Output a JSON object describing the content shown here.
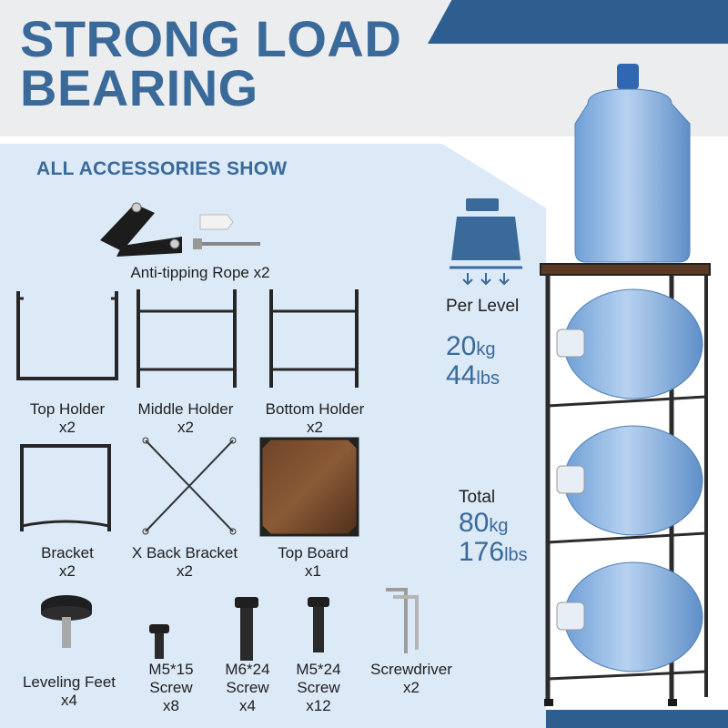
{
  "headline": {
    "line1": "STRONG LOAD",
    "line2": "BEARING"
  },
  "accessories": {
    "title": "ALL ACCESSORIES SHOW",
    "items": [
      {
        "name": "Anti-tipping Rope x2",
        "qty": ""
      },
      {
        "name": "Top Holder",
        "qty": "x2"
      },
      {
        "name": "Middle Holder",
        "qty": "x2"
      },
      {
        "name": "Bottom Holder",
        "qty": "x2"
      },
      {
        "name": "Bracket",
        "qty": "x2"
      },
      {
        "name": "X Back Bracket",
        "qty": "x2"
      },
      {
        "name": "Top Board",
        "qty": "x1"
      },
      {
        "name": "Leveling Feet",
        "qty": "x4"
      },
      {
        "name": "M5*15",
        "sub": "Screw",
        "qty": "x8"
      },
      {
        "name": "M6*24",
        "sub": "Screw",
        "qty": "x4"
      },
      {
        "name": "M5*24",
        "sub": "Screw",
        "qty": "x12"
      },
      {
        "name": "Screwdriver",
        "qty": "x2"
      }
    ]
  },
  "specs": {
    "per_level_label": "Per Level",
    "per_level_kg": "20",
    "per_level_kg_unit": "kg",
    "per_level_lbs": "44",
    "per_level_lbs_unit": "lbs",
    "total_label": "Total",
    "total_kg": "80",
    "total_kg_unit": "kg",
    "total_lbs": "176",
    "total_lbs_unit": "lbs"
  },
  "colors": {
    "brand_blue": "#3a6a99",
    "panel_bg": "#dce9f7",
    "frame": "#2b2b2b",
    "bottle": "#8fb6e3"
  },
  "icons": [
    "weight-icon",
    "down-arrow-icon",
    "water-bottle-icon"
  ]
}
